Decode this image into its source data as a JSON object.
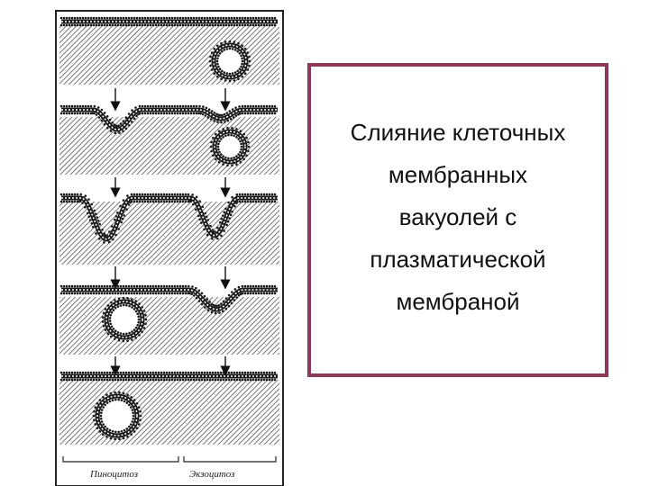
{
  "caption": {
    "text": "Слияние клеточных\nмембранных\nвакуолей с\nплазматической\nмембраной",
    "border_color": "#8b3a5a"
  },
  "diagram": {
    "labels": {
      "left": "Пиноцитоз",
      "right": "Экзоцитоз"
    },
    "ink_color": "#1a1a1a"
  }
}
